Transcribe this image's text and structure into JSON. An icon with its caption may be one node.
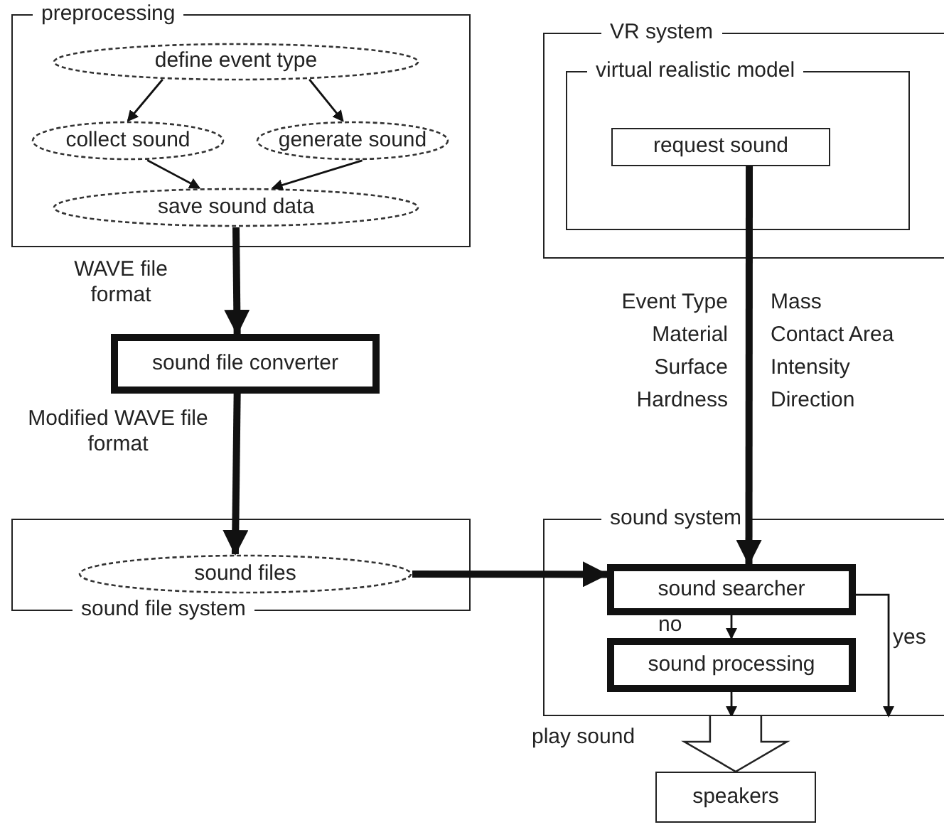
{
  "diagram": {
    "nodes": [
      {
        "text": [
          "preprocessing"
        ]
      },
      {
        "text": [
          "define event type"
        ],
        "in": 0
      },
      {
        "text": [
          "collect sound"
        ],
        "in": 0
      },
      {
        "text": [
          "generate sound"
        ],
        "in": 0
      },
      {
        "text": [
          "save sound data"
        ],
        "in": 0
      },
      {
        "text": [
          "sound file converter"
        ]
      },
      {
        "text": [
          "sound file system"
        ]
      },
      {
        "text": [
          "sound files"
        ],
        "in": 6
      },
      {
        "text": [
          "VR system"
        ]
      },
      {
        "text": [
          "virtual realistic model"
        ],
        "in": 8
      },
      {
        "text": [
          "request sound"
        ],
        "in": 9
      },
      {
        "text": [
          "sound system"
        ]
      },
      {
        "text": [
          "sound searcher"
        ],
        "in": 11
      },
      {
        "text": [
          "sound processing"
        ],
        "in": 11
      },
      {
        "text": [
          "speakers"
        ]
      }
    ],
    "edges": [
      {
        "from": 1,
        "to": 2,
        "arrow": "to"
      },
      {
        "from": 1,
        "to": 3,
        "arrow": "to"
      },
      {
        "from": 2,
        "to": 4,
        "arrow": "to"
      },
      {
        "from": 3,
        "to": 4,
        "arrow": "to"
      },
      {
        "from": 4,
        "to": 5,
        "arrow": "to",
        "style": "thick",
        "label": "WAVE file format"
      },
      {
        "from": 5,
        "to": 7,
        "arrow": "to",
        "style": "thick",
        "label": "Modified WAVE file format"
      },
      {
        "from": 7,
        "to": 12,
        "arrow": "to",
        "style": "thick"
      },
      {
        "from": 10,
        "to": 12,
        "arrow": "to",
        "style": "thick"
      },
      {
        "from": 12,
        "to": 13,
        "arrow": "to",
        "label": "no"
      },
      {
        "from": 13,
        "to": 11,
        "arrow": "to"
      },
      {
        "from": 12,
        "to": 11,
        "arrow": "to",
        "label": "yes"
      },
      {
        "from": 11,
        "to": 14,
        "arrow": "to",
        "label": "play sound"
      }
    ],
    "labels": [
      "Event Type",
      "Material",
      "Surface",
      "Hardness",
      "Mass",
      "Contact Area",
      "Intensity",
      "Direction"
    ]
  }
}
